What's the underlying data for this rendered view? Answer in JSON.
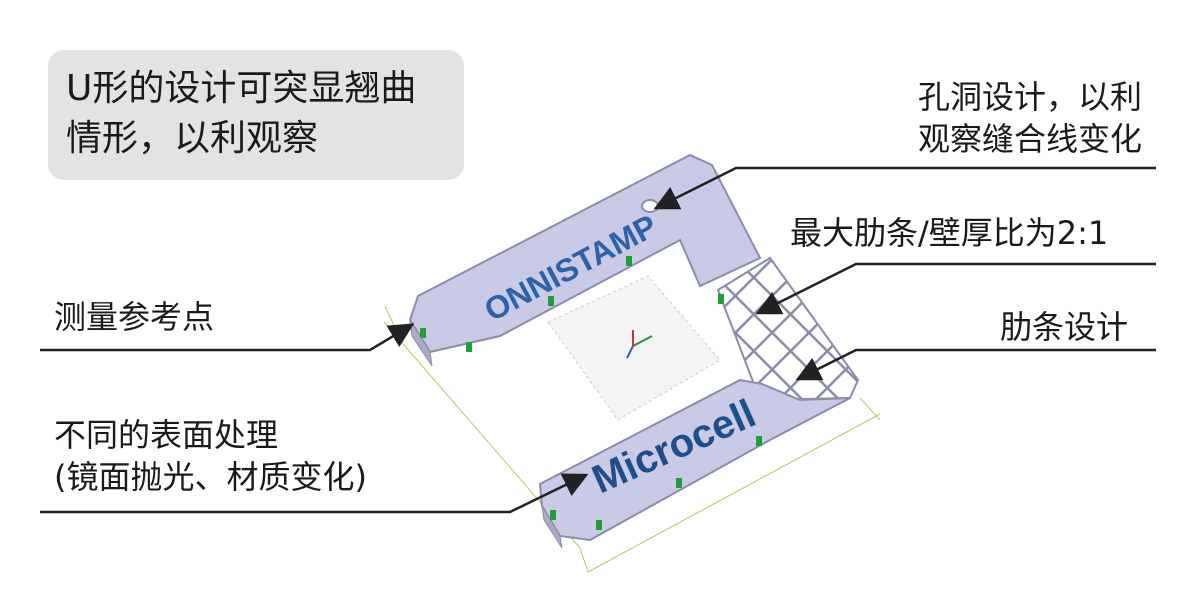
{
  "callout": {
    "line1": "U形的设计可突显翘曲",
    "line2": "情形，以利观察"
  },
  "labels": {
    "hole_line1": "孔洞设计，以利",
    "hole_line2": "观察缝合线变化",
    "rib_ratio": "最大肋条/壁厚比为2:1",
    "rib_design": "肋条设计",
    "measure_point": "测量参考点",
    "surface_line1": "不同的表面处理",
    "surface_line2": "(镜面抛光、材质变化)"
  },
  "part": {
    "logo_top": "ONNISTAMP",
    "logo_bottom": "Microcell",
    "colors": {
      "body": "#c9cbe6",
      "edge": "#8a8ca8",
      "logo": "#2c63a8",
      "marker": "#1f9e3c"
    }
  }
}
